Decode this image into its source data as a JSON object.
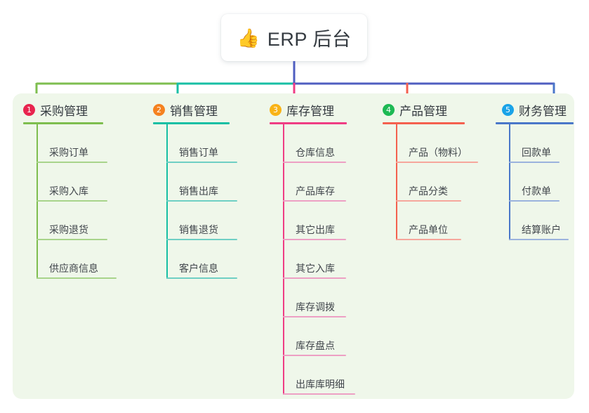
{
  "title": {
    "icon": "thumbs-up-icon",
    "icon_glyph": "👍",
    "text": "ERP 后台"
  },
  "colors": {
    "panel_bg": "#eff7ea",
    "page_bg": "#ffffff",
    "stem": "#4f5ec0",
    "bus_left": "#7ebe4f",
    "bus_mid": "#17bfa4",
    "bus_right": "#4f5ec0",
    "col1": "#7ebe4f",
    "col2": "#17bfa4",
    "col3": "#ef3d84",
    "col4": "#f4604f",
    "col5": "#4a77c9",
    "col1_leaf": "#a8d48b",
    "col2_leaf": "#6fcfc4",
    "col3_leaf": "#eda0c4",
    "col4_leaf": "#f6a79c",
    "col5_leaf": "#9bb3dd",
    "badge1": "#e8254f",
    "badge2": "#f58220",
    "badge3": "#f9b316",
    "badge4": "#1db954",
    "badge5": "#1aa3e8"
  },
  "columns": [
    {
      "index": "1",
      "title": "采购管理",
      "badge_color": "#e8254f",
      "rule_color": "#7ebe4f",
      "leaf_color": "#a8d48b",
      "items": [
        {
          "label": "采购订单"
        },
        {
          "label": "采购入库"
        },
        {
          "label": "采购退货"
        },
        {
          "label": "供应商信息"
        }
      ]
    },
    {
      "index": "2",
      "title": "销售管理",
      "badge_color": "#f58220",
      "rule_color": "#17bfa4",
      "leaf_color": "#6fcfc4",
      "items": [
        {
          "label": "销售订单"
        },
        {
          "label": "销售出库"
        },
        {
          "label": "销售退货"
        },
        {
          "label": "客户信息"
        }
      ]
    },
    {
      "index": "3",
      "title": "库存管理",
      "badge_color": "#f9b316",
      "rule_color": "#ef3d84",
      "leaf_color": "#eda0c4",
      "items": [
        {
          "label": "仓库信息"
        },
        {
          "label": "产品库存"
        },
        {
          "label": "其它出库"
        },
        {
          "label": "其它入库"
        },
        {
          "label": "库存调拨"
        },
        {
          "label": "库存盘点"
        },
        {
          "label": "出库库明细"
        }
      ]
    },
    {
      "index": "4",
      "title": "产品管理",
      "badge_color": "#1db954",
      "rule_color": "#f4604f",
      "leaf_color": "#f6a79c",
      "items": [
        {
          "label": "产品（物料）"
        },
        {
          "label": "产品分类"
        },
        {
          "label": "产品单位"
        }
      ]
    },
    {
      "index": "5",
      "title": "财务管理",
      "badge_color": "#1aa3e8",
      "rule_color": "#4a77c9",
      "leaf_color": "#9bb3dd",
      "items": [
        {
          "label": "回款单"
        },
        {
          "label": "付款单"
        },
        {
          "label": "结算账户"
        }
      ]
    }
  ]
}
